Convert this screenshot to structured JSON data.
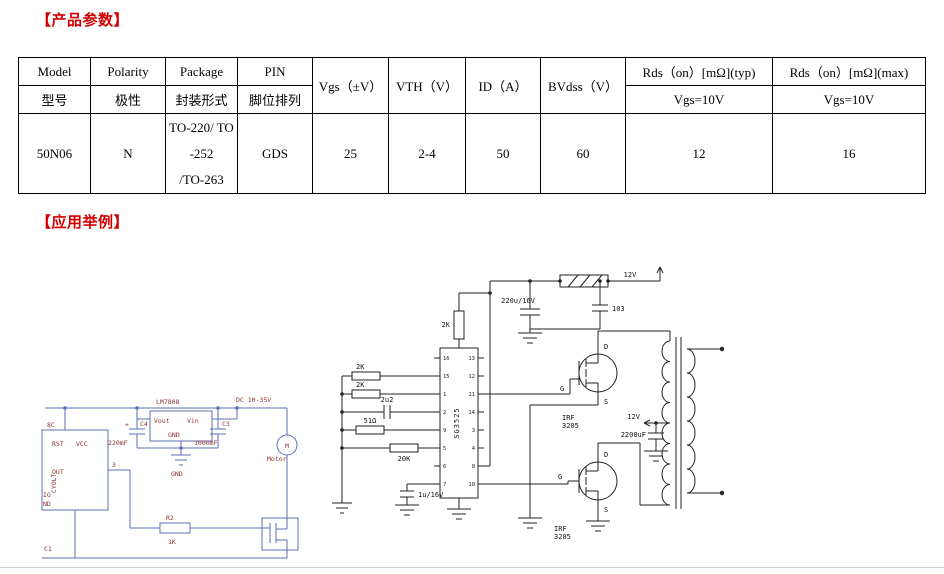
{
  "page": {
    "section1_title": "【产品参数】",
    "section2_title": "【应用举例】",
    "accent_color": "#d40000",
    "left_circuit_line_color": "#5b6fb5",
    "right_circuit_line_color": "#222222"
  },
  "table": {
    "headers_en": {
      "model": "Model",
      "polarity": "Polarity",
      "package": "Package",
      "pin": "PIN",
      "vgs": "Vgs（±V）",
      "vth": "VTH（V）",
      "id": "ID（A）",
      "bvdss": "BVdss（V）",
      "rds_typ": "Rds（on）[mΩ](typ)",
      "rds_max": "Rds（on）[mΩ](max)"
    },
    "headers_cn": {
      "model": "型号",
      "polarity": "极性",
      "package": "封装形式",
      "pin": "脚位排列",
      "rds_typ_cond": "Vgs=10V",
      "rds_max_cond": "Vgs=10V"
    },
    "row": {
      "model": "50N06",
      "polarity": "N",
      "package_line1": "TO-220/ TO",
      "package_line2": "-252",
      "package_line3": "/TO-263",
      "pin": "GDS",
      "vgs": "25",
      "vth": "2-4",
      "id": "50",
      "bvdss": "60",
      "rds_typ": "12",
      "rds_max": "16"
    }
  },
  "left_circuit": {
    "regulator_name": "LM7808",
    "vout": "Vout",
    "vin": "Vin",
    "gnd_pin": "GND",
    "dc_input": "DC 10-35V",
    "plus": "+",
    "c4_name": "C4",
    "c4_value": "220mF",
    "c3_name": "C3",
    "c3_value": "1000mF",
    "gnd_label": "GND",
    "motor_m": "M",
    "motor_label": "Motor",
    "r2_name": "R2",
    "r2_value": "1K",
    "chip_frag_top": "8C",
    "chip_rst": "RST",
    "chip_vcc": "VCC",
    "chip_out": "OUT",
    "chip_volt": "CYOLT",
    "chip_frag_ig": "IG",
    "chip_frag_nd": "ND",
    "pin3": "3",
    "c1_name": "C1"
  },
  "right_circuit": {
    "ic_name": "SG3525",
    "r_top": "2K",
    "r_left1": "2K",
    "r_left2": "2K",
    "c_soft": "2u2",
    "r_small": "51Ω",
    "r_rt": "20K",
    "c_timing": "1u/16V",
    "c_bulk": "220u/16V",
    "c_filter": "103",
    "v_top": "12V",
    "v_mid": "12V",
    "c_out": "2200uF",
    "q_name1": "IRF",
    "q_name2": "3205",
    "d_label": "D",
    "g_label": "G",
    "s_label": "S",
    "pins_left": [
      "16",
      "15",
      "1",
      "2",
      "9",
      "5",
      "6",
      "7"
    ],
    "pins_right": [
      "13",
      "12",
      "11",
      "14",
      "3",
      "4",
      "8",
      "10"
    ]
  }
}
